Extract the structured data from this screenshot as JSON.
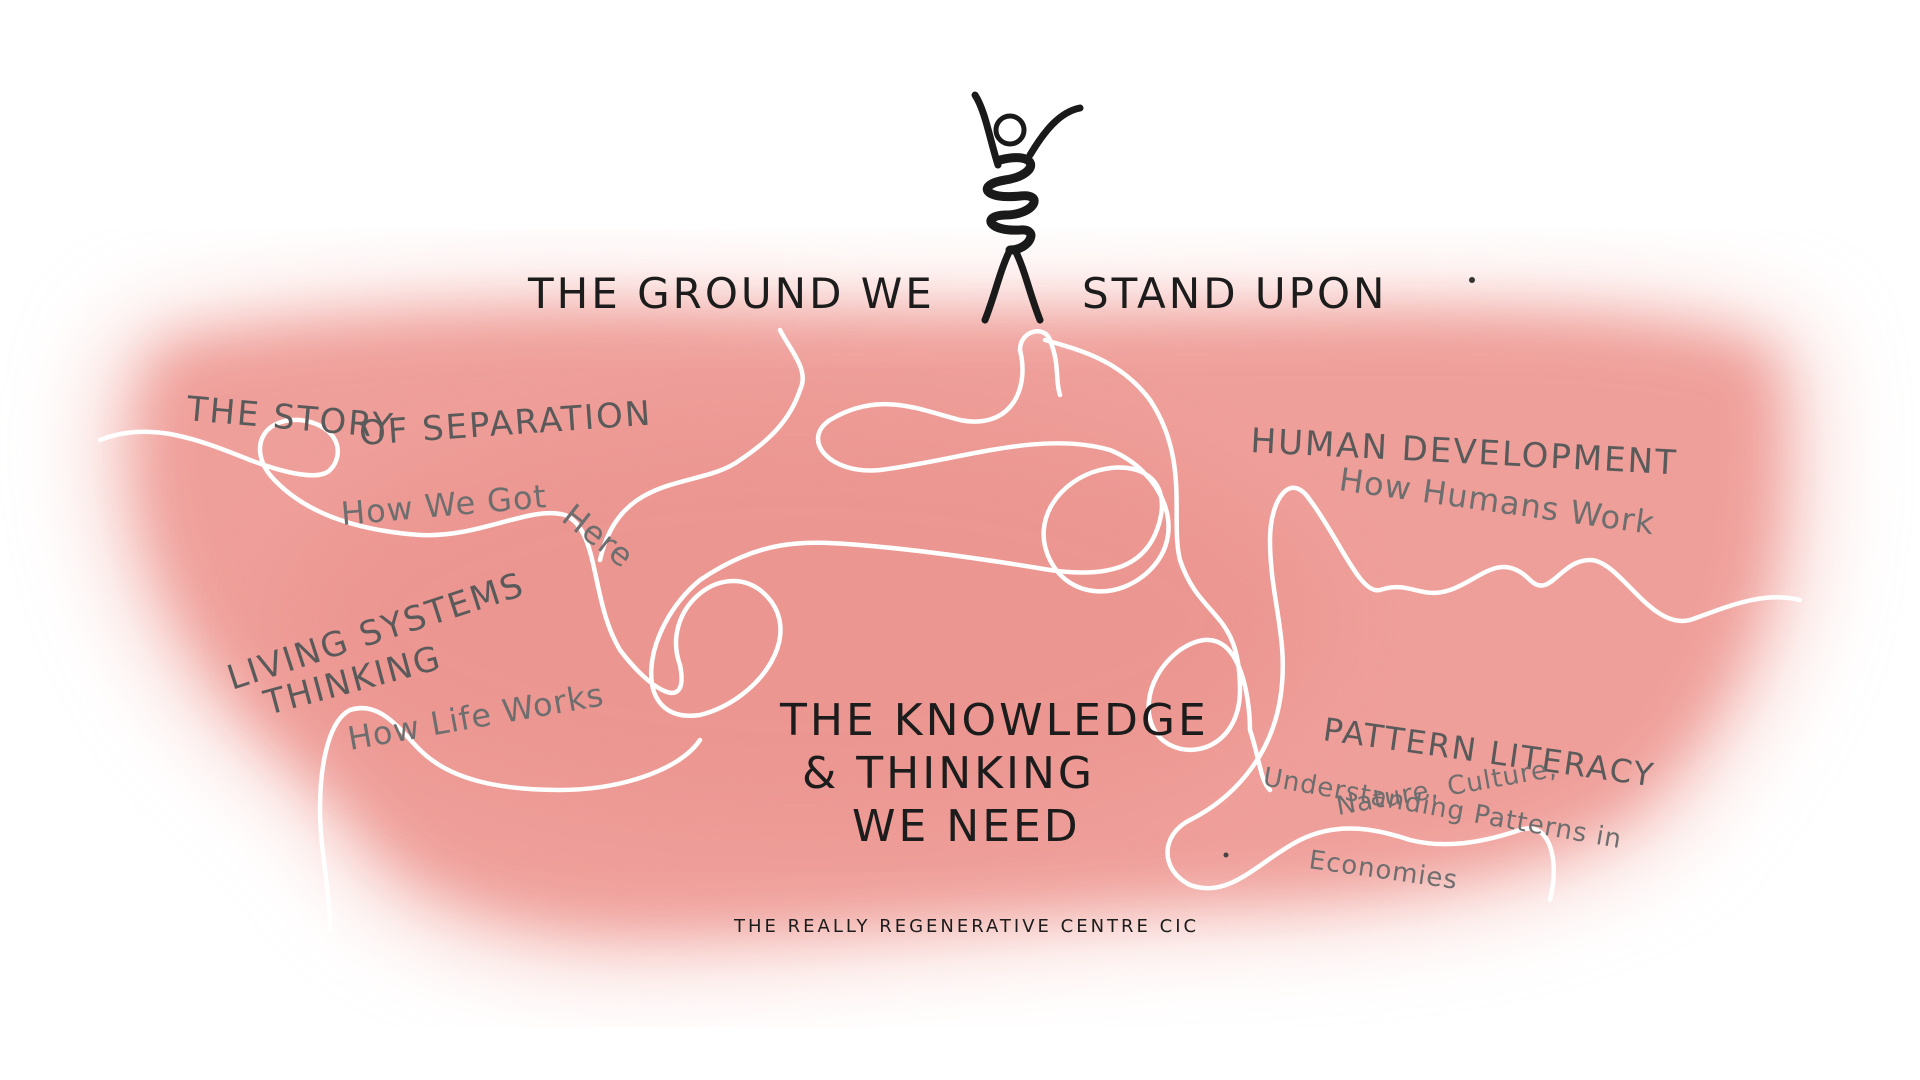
{
  "title": {
    "left": "THE GROUND WE",
    "right": "STAND UPON"
  },
  "center": {
    "line1": "THE KNOWLEDGE",
    "line2": "& THINKING",
    "line3": "WE NEED"
  },
  "topics": [
    {
      "title_lines": [
        "THE STORY",
        "OF SEPARATION"
      ],
      "subtitle_lines": [
        "How We Got",
        "Here"
      ]
    },
    {
      "title_lines": [
        "LIVING SYSTEMS",
        "THINKING"
      ],
      "subtitle_lines": [
        "How Life Works"
      ]
    },
    {
      "title_lines": [
        "HUMAN DEVELOPMENT"
      ],
      "subtitle_lines": [
        "How Humans Work"
      ]
    },
    {
      "title_lines": [
        "PATTERN LITERACY"
      ],
      "subtitle_lines": [
        "Understanding Patterns in",
        "Nature, Culture,",
        "Economies"
      ]
    }
  ],
  "footer": "THE REALLY REGENERATIVE CENTRE CIC",
  "figure_icon": "stick-figure-arms-raised-icon",
  "colors": {
    "watercolor": "#ef9d98",
    "watercolor_light": "#f6c7c3",
    "river": "#ffffff",
    "ink": "#1c1c1c",
    "grey_text": "#5a5a5a"
  }
}
